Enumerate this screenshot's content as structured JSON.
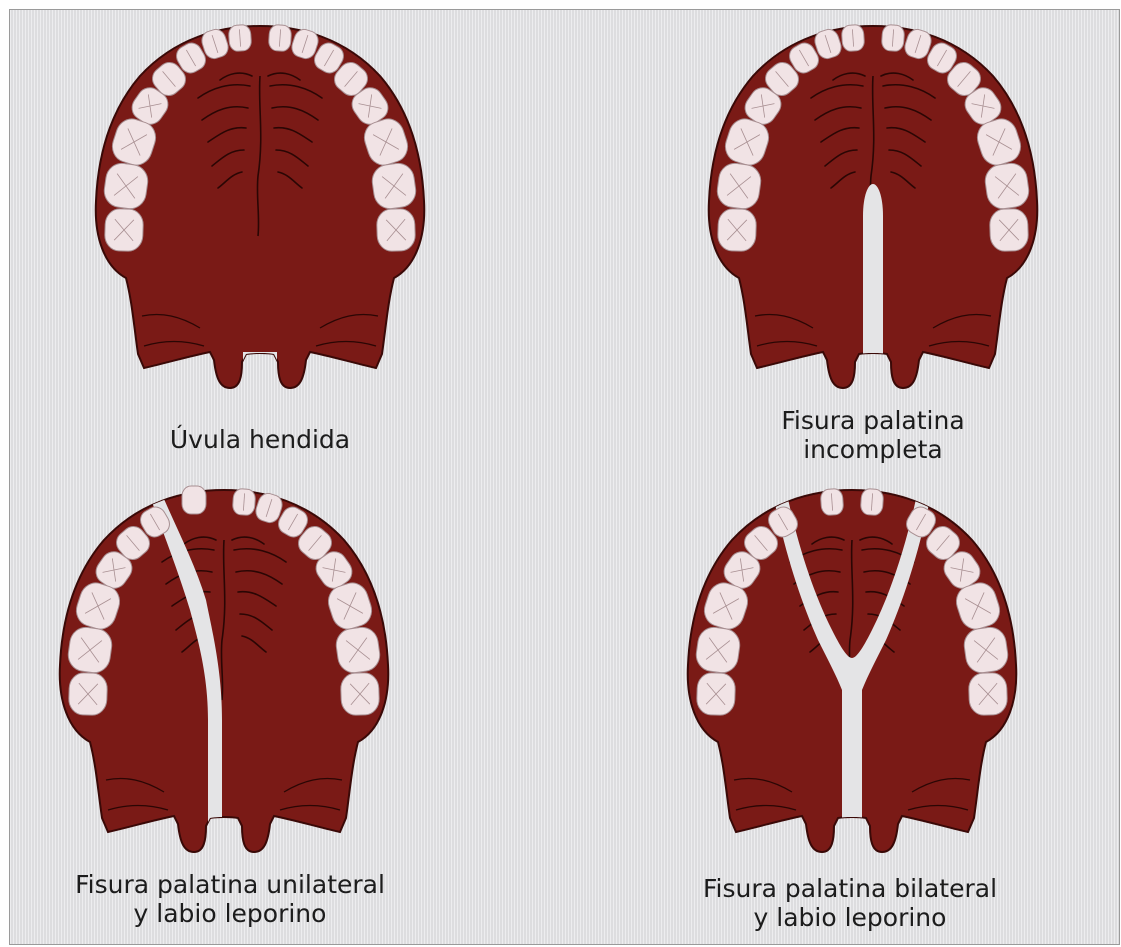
{
  "colors": {
    "palate": "#7a1a16",
    "palate_outline": "#3a0907",
    "tooth": "#f1e3e5",
    "tooth_line": "#a88f92",
    "rugae": "#2a0604",
    "background": "#e4e4e6"
  },
  "panels": [
    {
      "id": "uvula",
      "caption_lines": [
        "Úvula hendida"
      ]
    },
    {
      "id": "incomplete",
      "caption_lines": [
        "Fisura palatina",
        "incompleta"
      ]
    },
    {
      "id": "unilateral",
      "caption_lines": [
        "Fisura palatina unilateral",
        "y labio leporino"
      ]
    },
    {
      "id": "bilateral",
      "caption_lines": [
        "Fisura palatina bilateral",
        "y labio leporino"
      ]
    }
  ]
}
